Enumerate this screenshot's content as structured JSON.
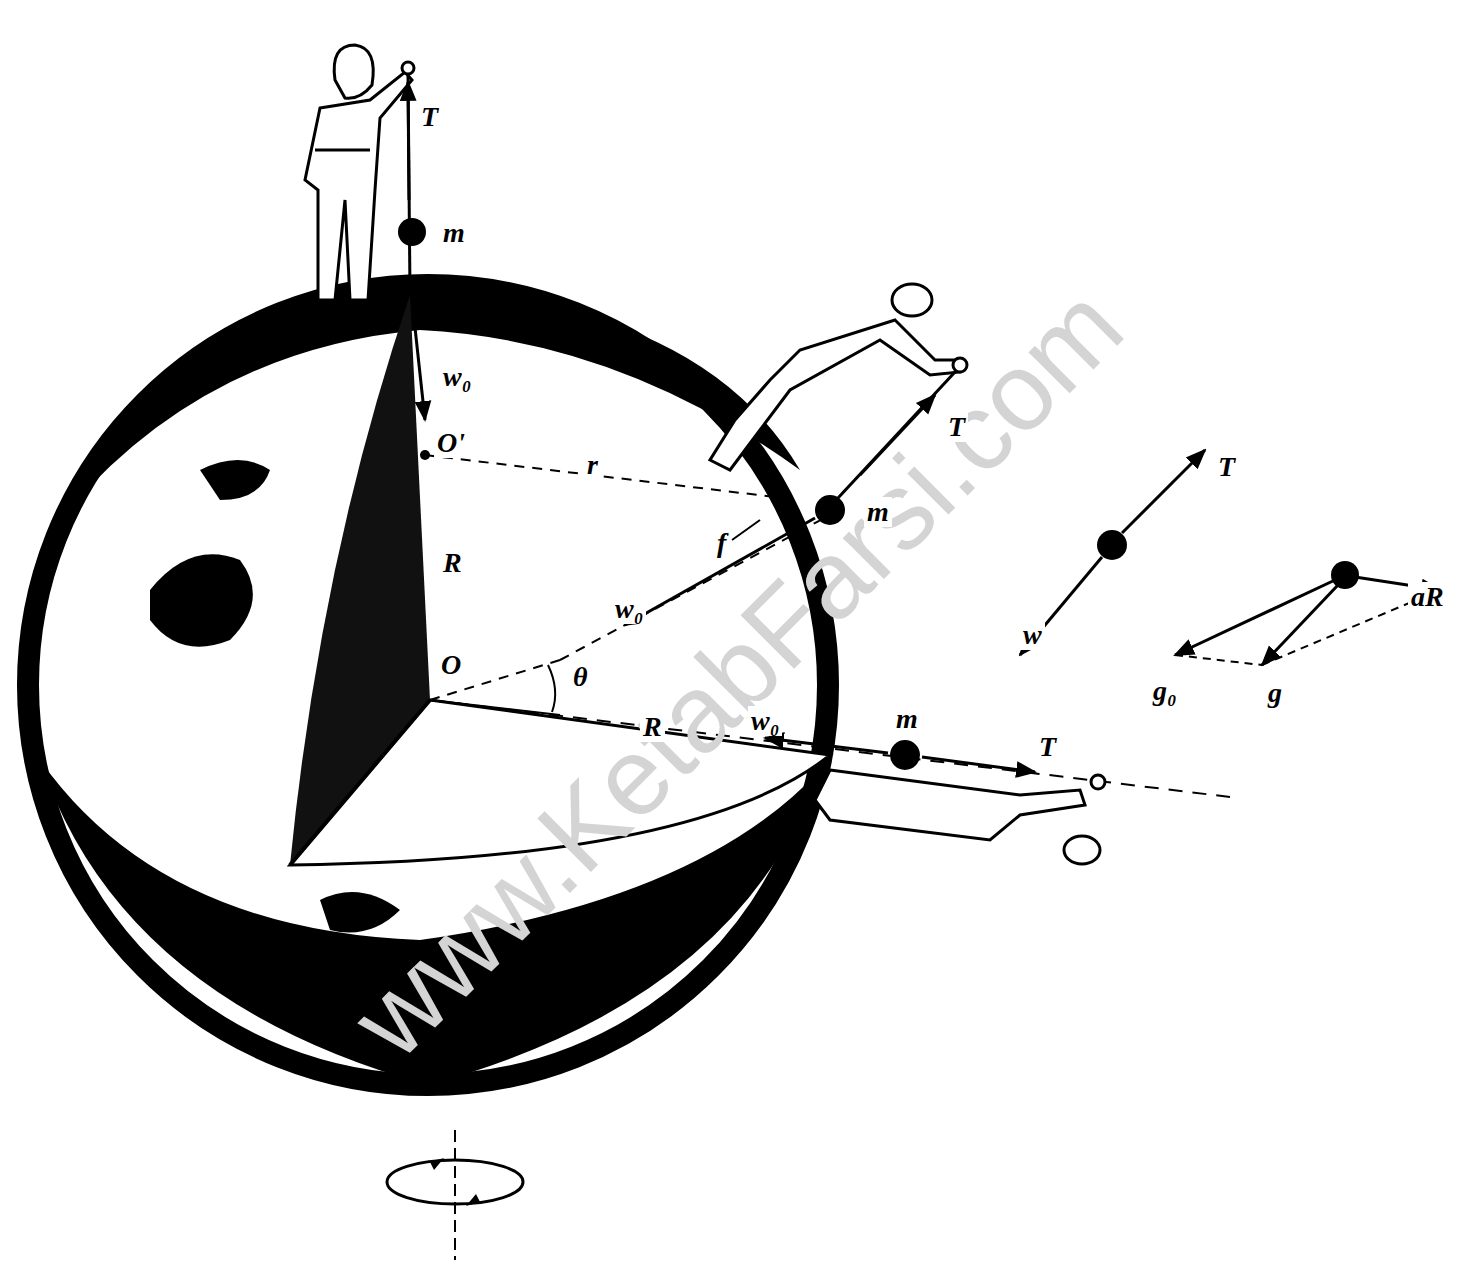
{
  "diagram": {
    "labels": [
      "www.KetabFarsi.com",
      "T",
      "m",
      "w₀",
      "O'",
      "r",
      "T",
      "f",
      "m",
      "w₀",
      "R",
      "O",
      "θ",
      "R",
      "w₀",
      "m",
      "T",
      "T",
      "w",
      "aR",
      "g₀",
      "g"
    ]
  }
}
